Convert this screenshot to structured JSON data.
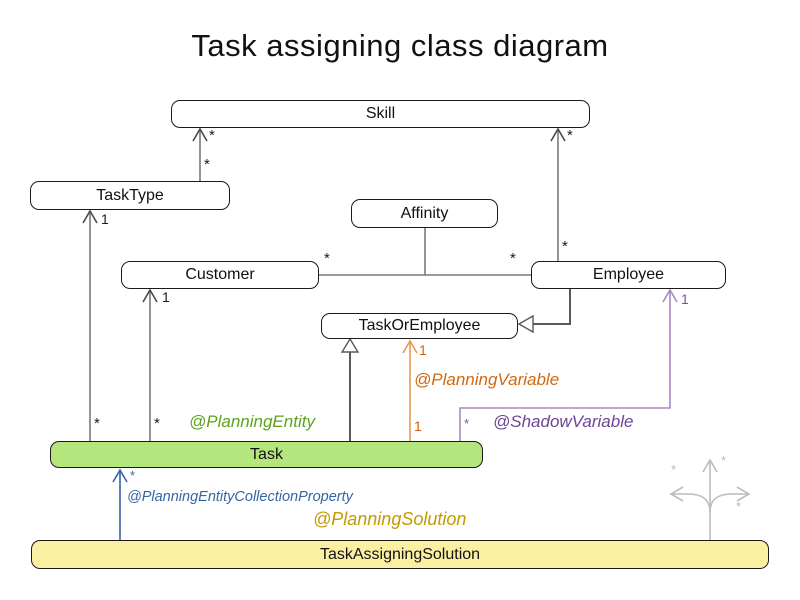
{
  "title": "Task assigning class diagram",
  "classes": {
    "skill": "Skill",
    "task_type": "TaskType",
    "affinity": "Affinity",
    "customer": "Customer",
    "employee": "Employee",
    "task_or_employee": "TaskOrEmployee",
    "task": "Task",
    "task_assigning_solution": "TaskAssigningSolution"
  },
  "annotations": {
    "planning_entity": "@PlanningEntity",
    "planning_variable": "@PlanningVariable",
    "shadow_variable": "@ShadowVariable",
    "planning_entity_collection_property": "@PlanningEntityCollectionProperty",
    "planning_solution": "@PlanningSolution"
  },
  "multiplicities": {
    "many": "*",
    "one": "1"
  },
  "colors": {
    "task_fill_green": "#b5e57d",
    "solution_fill_yellow": "#fbf0a2",
    "association_gray": "#7a7a7a",
    "planning_entity_green": "#5ea31c",
    "planning_variable_orange": "#d0690f",
    "orange_line": "#e79a55",
    "shadow_variable_purple": "#6b4596",
    "purple_line": "#a888c2",
    "collection_property_blue": "#3465a4",
    "planning_solution_gold": "#c39b00",
    "ghost_arrow_gray": "#b9b9b9"
  }
}
